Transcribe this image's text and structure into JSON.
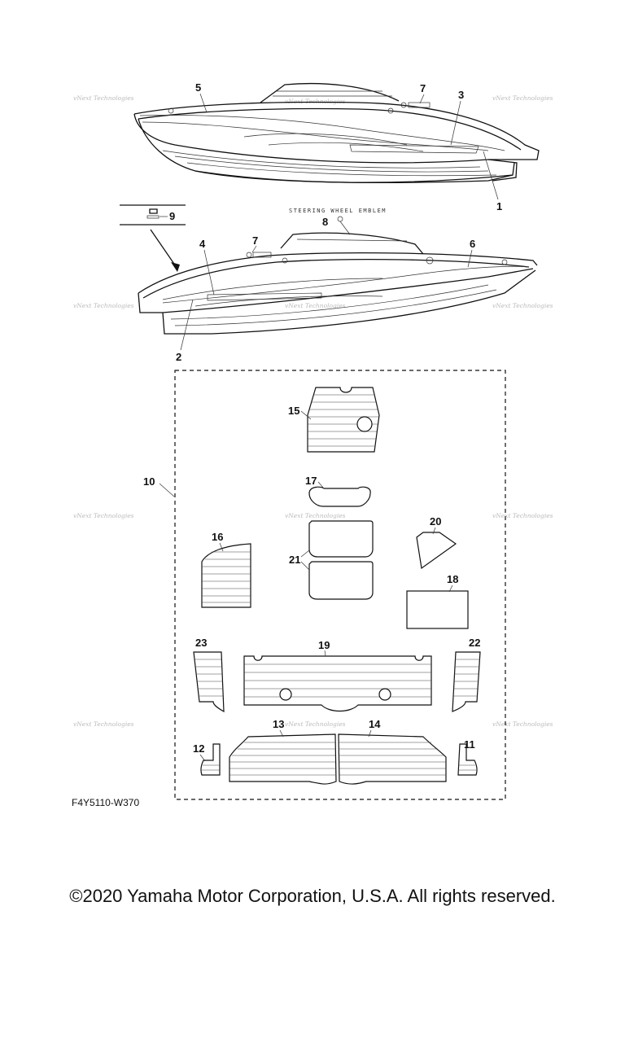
{
  "watermark": "vNext Technologies",
  "upper_boat": {
    "callouts": [
      "5",
      "7",
      "3",
      "1"
    ]
  },
  "lower_boat": {
    "caption": "STEERING WHEEL EMBLEM",
    "callouts": [
      "8",
      "9",
      "7",
      "4",
      "6",
      "2"
    ]
  },
  "mat_kit": {
    "callouts": [
      "10",
      "15",
      "17",
      "20",
      "16",
      "21",
      "18",
      "23",
      "19",
      "22",
      "13",
      "14",
      "12",
      "11"
    ]
  },
  "drawing_code": "F4Y5110-W370",
  "copyright": "©2020 Yamaha Motor Corporation, U.S.A. All rights reserved."
}
